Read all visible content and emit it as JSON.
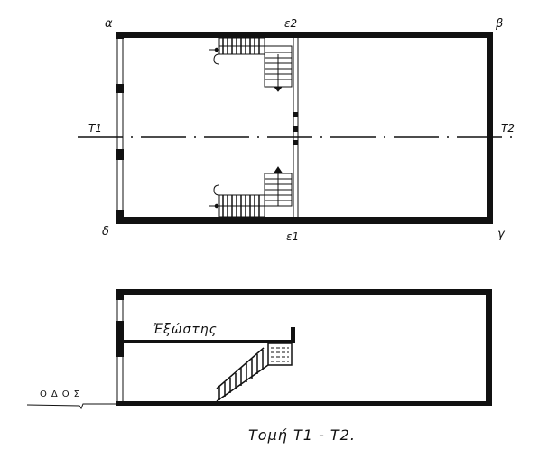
{
  "plan": {
    "corners": {
      "a": "α",
      "b": "β",
      "g": "γ",
      "d": "δ"
    },
    "partition_labels": {
      "top": "ε2",
      "bottom": "ε1"
    },
    "section_line": {
      "left": "Τ1",
      "right": "Τ2"
    }
  },
  "section": {
    "balcony_label": "Ἐξώστης",
    "road_label": "ΟΔΟΣ",
    "caption": "Τομή Τ1 - Τ2."
  },
  "colors": {
    "ink": "#111111",
    "paper": "#ffffff"
  }
}
